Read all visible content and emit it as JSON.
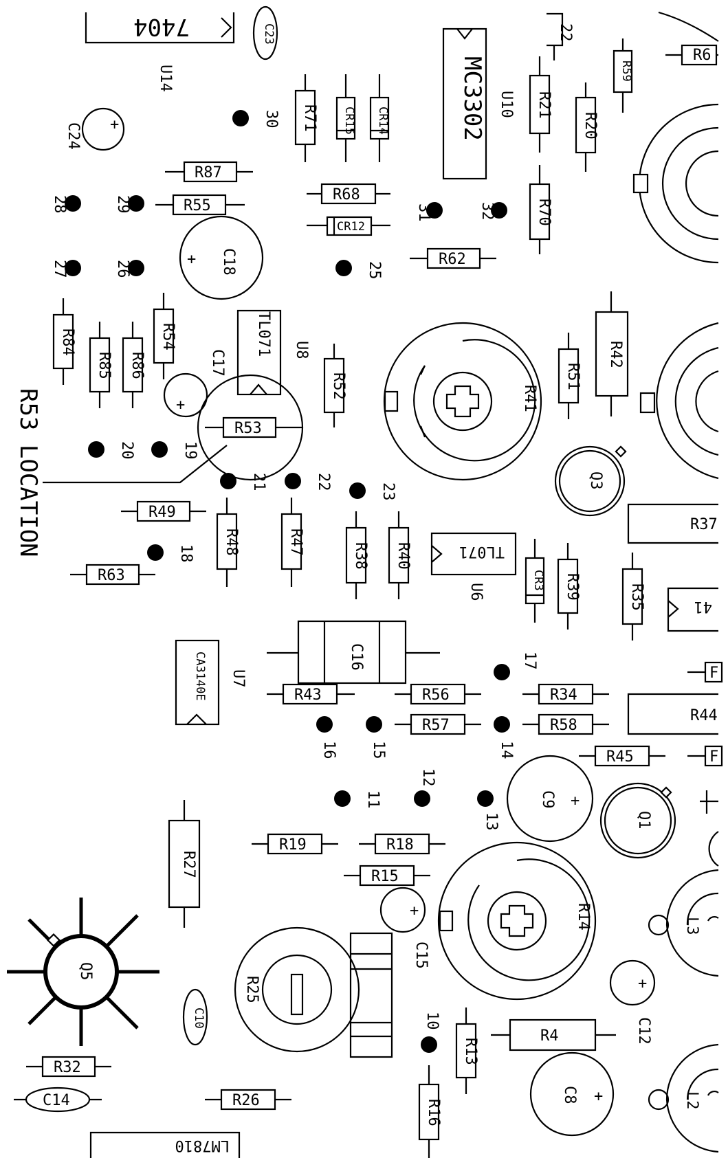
{
  "annotation": "R53 LOCATION",
  "resistors": [
    {
      "id": "r87",
      "label": "R87"
    },
    {
      "id": "r55",
      "label": "R55"
    },
    {
      "id": "r68",
      "label": "R68"
    },
    {
      "id": "r62",
      "label": "R62"
    },
    {
      "id": "r71",
      "label": "R71"
    },
    {
      "id": "r21",
      "label": "R21"
    },
    {
      "id": "r20",
      "label": "R20"
    },
    {
      "id": "r59",
      "label": "R59"
    },
    {
      "id": "r6",
      "label": "R6"
    },
    {
      "id": "r70",
      "label": "R70"
    },
    {
      "id": "r84",
      "label": "R84"
    },
    {
      "id": "r85",
      "label": "R85"
    },
    {
      "id": "r86",
      "label": "R86"
    },
    {
      "id": "r54",
      "label": "R54"
    },
    {
      "id": "r52",
      "label": "R52"
    },
    {
      "id": "r51",
      "label": "R51"
    },
    {
      "id": "r42",
      "label": "R42"
    },
    {
      "id": "r53",
      "label": "R53"
    },
    {
      "id": "r49",
      "label": "R49"
    },
    {
      "id": "r63",
      "label": "R63"
    },
    {
      "id": "r48",
      "label": "R48"
    },
    {
      "id": "r47",
      "label": "R47"
    },
    {
      "id": "r38",
      "label": "R38"
    },
    {
      "id": "r40",
      "label": "R40"
    },
    {
      "id": "r39",
      "label": "R39"
    },
    {
      "id": "r35",
      "label": "R35"
    },
    {
      "id": "r43",
      "label": "R43"
    },
    {
      "id": "r56",
      "label": "R56"
    },
    {
      "id": "r34",
      "label": "R34"
    },
    {
      "id": "r57",
      "label": "R57"
    },
    {
      "id": "r58",
      "label": "R58"
    },
    {
      "id": "r45",
      "label": "R45"
    },
    {
      "id": "r19",
      "label": "R19"
    },
    {
      "id": "r18",
      "label": "R18"
    },
    {
      "id": "r15",
      "label": "R15"
    },
    {
      "id": "r27",
      "label": "R27"
    },
    {
      "id": "r13",
      "label": "R13"
    },
    {
      "id": "r4",
      "label": "R4"
    },
    {
      "id": "r16",
      "label": "R16"
    },
    {
      "id": "r32",
      "label": "R32"
    },
    {
      "id": "r26",
      "label": "R26"
    }
  ],
  "trimmers": [
    {
      "id": "r41",
      "label": "R41"
    },
    {
      "id": "r14",
      "label": "R14"
    },
    {
      "id": "r25",
      "label": "R25"
    }
  ],
  "large_parts": [
    {
      "id": "r37",
      "label": "R37"
    },
    {
      "id": "r44",
      "label": "R44"
    }
  ],
  "diodes": [
    {
      "id": "cr15",
      "label": "CR15"
    },
    {
      "id": "cr14",
      "label": "CR14"
    },
    {
      "id": "cr12",
      "label": "CR12"
    },
    {
      "id": "cr3",
      "label": "CR3"
    }
  ],
  "capacitors": [
    {
      "id": "c24",
      "label": "C24"
    },
    {
      "id": "c23",
      "label": "C23"
    },
    {
      "id": "c18",
      "label": "C18"
    },
    {
      "id": "c17",
      "label": "C17"
    },
    {
      "id": "c16",
      "label": "C16"
    },
    {
      "id": "c9",
      "label": "C9"
    },
    {
      "id": "c15",
      "label": "C15"
    },
    {
      "id": "c12",
      "label": "C12"
    },
    {
      "id": "c10",
      "label": "C10"
    },
    {
      "id": "c8",
      "label": "C8"
    },
    {
      "id": "c14",
      "label": "C14"
    }
  ],
  "transistors": [
    {
      "id": "q3",
      "label": "Q3"
    },
    {
      "id": "q1",
      "label": "Q1"
    },
    {
      "id": "q5",
      "label": "Q5"
    }
  ],
  "inductors": [
    {
      "id": "l3",
      "label": "L3"
    },
    {
      "id": "l2",
      "label": "L2"
    }
  ],
  "ics": [
    {
      "id": "u14",
      "ref": "U14",
      "part": "7404"
    },
    {
      "id": "u10",
      "ref": "U10",
      "part": "MC3302"
    },
    {
      "id": "u8",
      "ref": "U8",
      "part": "TL071"
    },
    {
      "id": "u6",
      "ref": "U6",
      "part": "TL071"
    },
    {
      "id": "u7",
      "ref": "U7",
      "part": "CA3140E"
    }
  ],
  "edge_labels": {
    "top_22": "22",
    "right_41": "41",
    "right_f1": "F",
    "right_f2": "F",
    "bottom_part": "LM7810"
  },
  "test_points": [
    "30",
    "31",
    "32",
    "28",
    "29",
    "27",
    "26",
    "25",
    "20",
    "19",
    "21",
    "22",
    "23",
    "18",
    "17",
    "16",
    "15",
    "14",
    "12",
    "11",
    "13",
    "10"
  ]
}
